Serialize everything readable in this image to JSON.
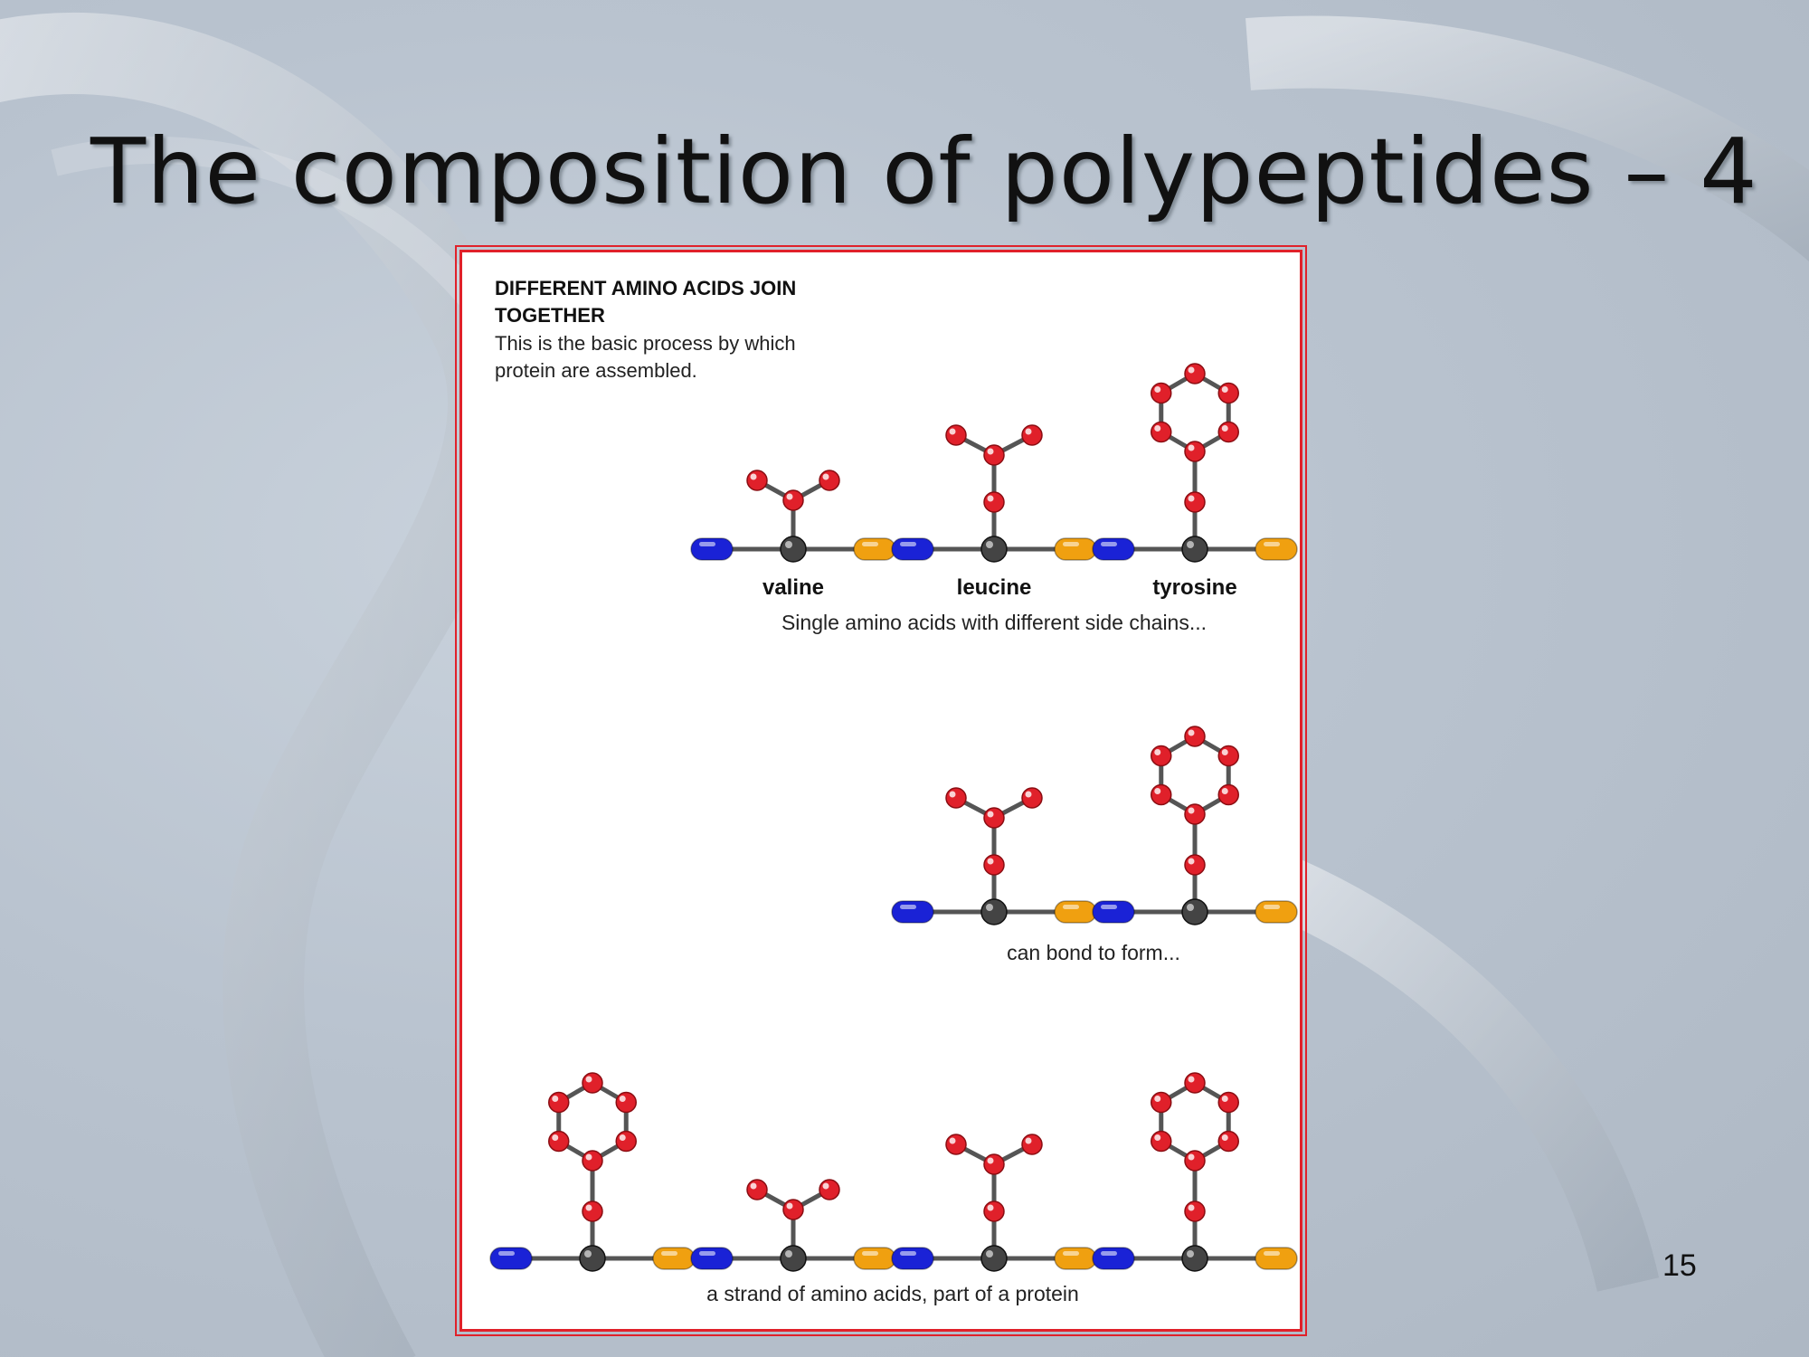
{
  "slide": {
    "title": "The composition of polypeptides – 4",
    "page_number": "15"
  },
  "figure": {
    "heading_line1": "DIFFERENT AMINO ACIDS JOIN",
    "heading_line2": "TOGETHER",
    "description_line1": "This is the basic process by which",
    "description_line2": "protein are assembled.",
    "amino_acids": [
      "valine",
      "leucine",
      "tyrosine"
    ],
    "caption_single": "Single amino acids with different side chains...",
    "caption_bond": "can bond to form...",
    "caption_strand": "a strand of amino acids, part of a protein",
    "colors": {
      "amino_group": "#1a22d6",
      "carboxyl_group": "#f0a010",
      "alpha_carbon": "#444444",
      "side_chain_atom": "#e0202a",
      "frame": "#e0212a"
    },
    "rows": [
      {
        "name": "single",
        "units": [
          "valine",
          "leucine",
          "tyrosine"
        ],
        "bonded": false
      },
      {
        "name": "dipeptide",
        "units": [
          "leucine",
          "tyrosine"
        ],
        "bonded": true
      },
      {
        "name": "strand",
        "units": [
          "tyrosine",
          "valine",
          "leucine",
          "tyrosine"
        ],
        "bonded": true
      }
    ]
  }
}
